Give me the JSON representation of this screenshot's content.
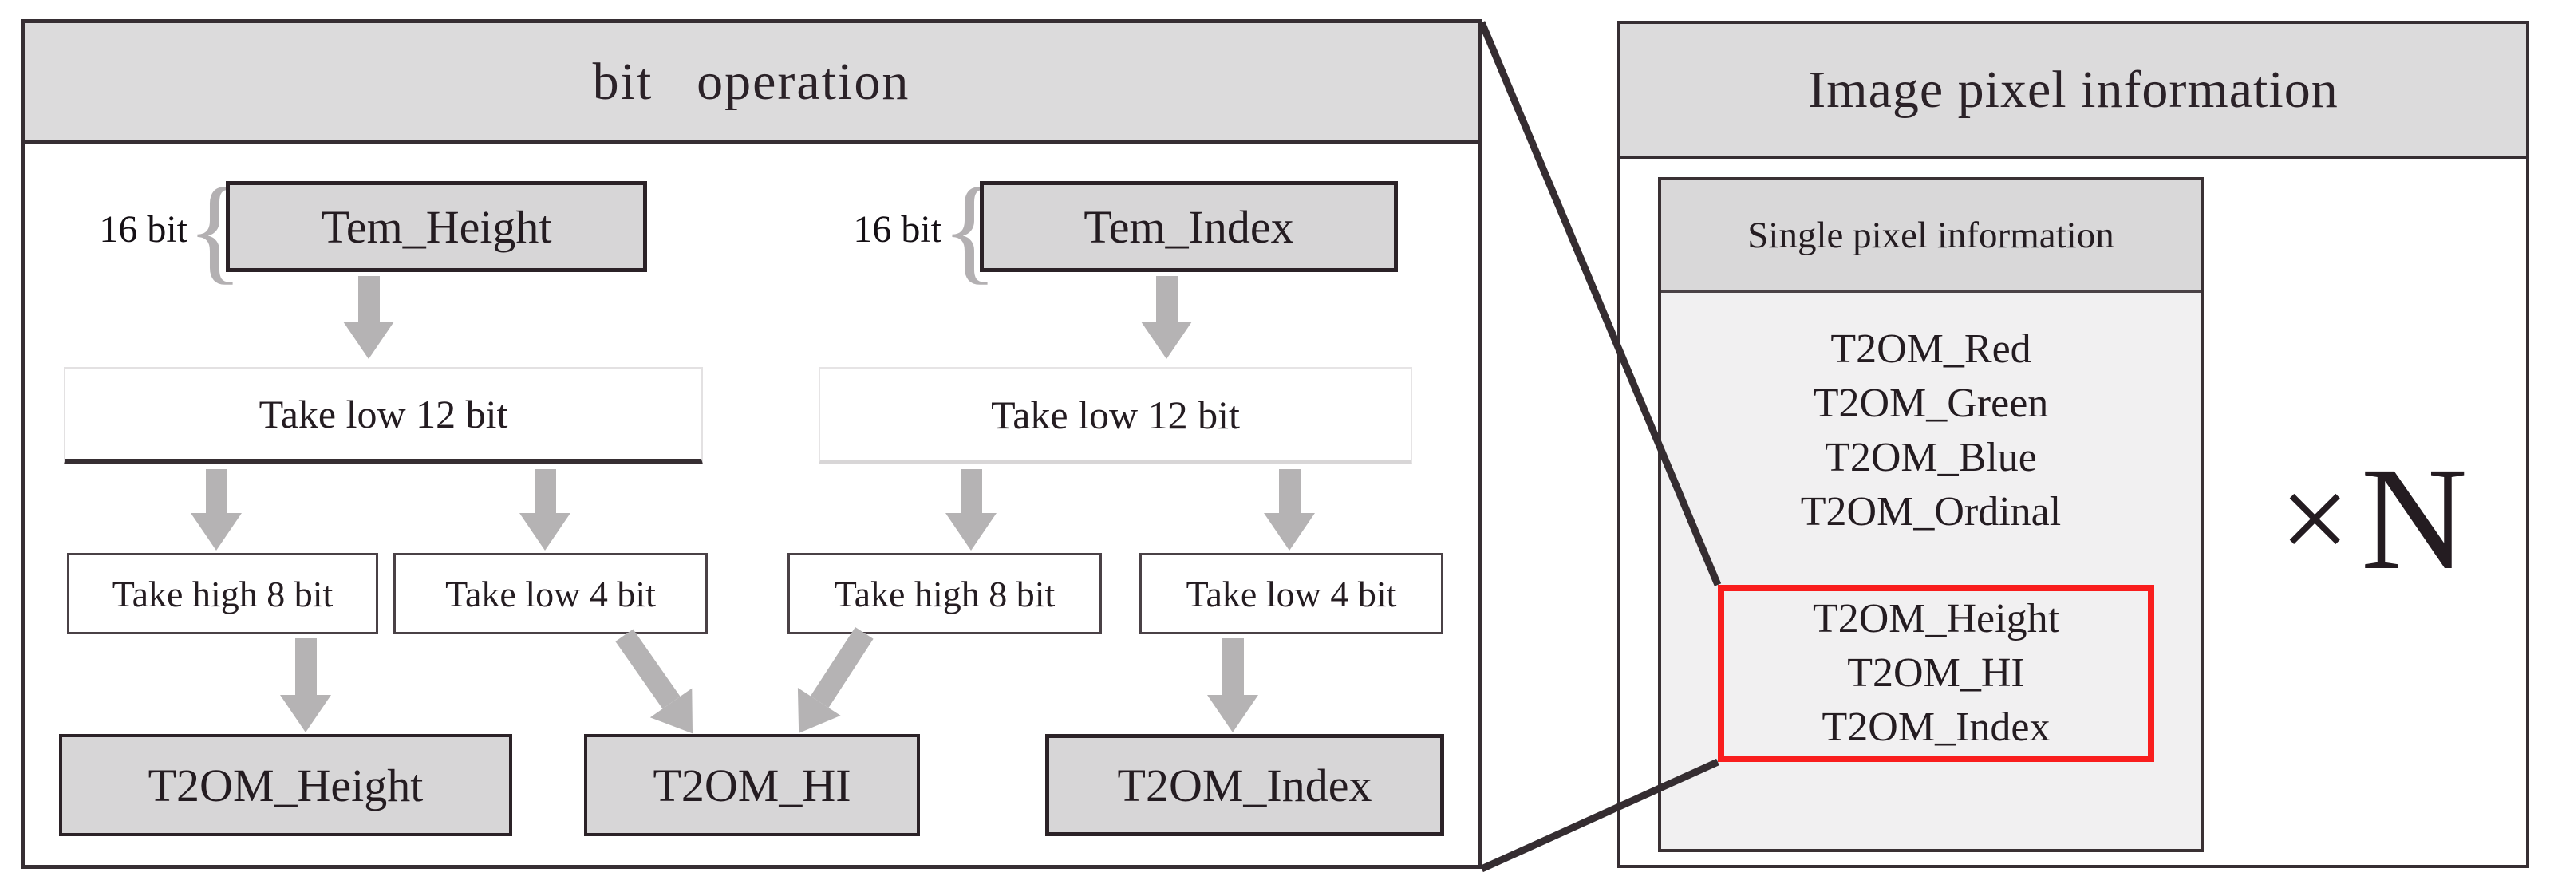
{
  "figure": {
    "left_panel": {
      "title": "bit operation",
      "trees": [
        {
          "bit_label": "16 bit",
          "brace": "{",
          "source": "Tem_Height",
          "take12": "Take low 12 bit",
          "take_high": "Take high 8 bit",
          "take_low": "Take low 4 bit"
        },
        {
          "bit_label": "16 bit",
          "brace": "{",
          "source": "Tem_Index",
          "take12": "Take low 12 bit",
          "take_high": "Take high 8 bit",
          "take_low": "Take low 4 bit"
        }
      ],
      "outputs": [
        "T2OM_Height",
        "T2OM_HI",
        "T2OM_Index"
      ]
    },
    "right_panel": {
      "title": "Image pixel information",
      "single_pixel_header": "Single pixel information",
      "pixel_fields": [
        "T2OM_Red",
        "T2OM_Green",
        "T2OM_Blue",
        "T2OM_Ordinal"
      ],
      "highlighted_fields": [
        "T2OM_Height",
        "T2OM_HI",
        "T2OM_Index"
      ],
      "multiplier_sign": "×",
      "multiplier_letter": "N"
    },
    "colors": {
      "highlight_red": "#f91d1d",
      "panel_header_gray": "#dcdbdc",
      "box_gray": "#d7d6d7",
      "inner_bg": "#f1f0f1",
      "arrow_gray": "#b5b3b4",
      "line_dark": "#352d31"
    }
  }
}
